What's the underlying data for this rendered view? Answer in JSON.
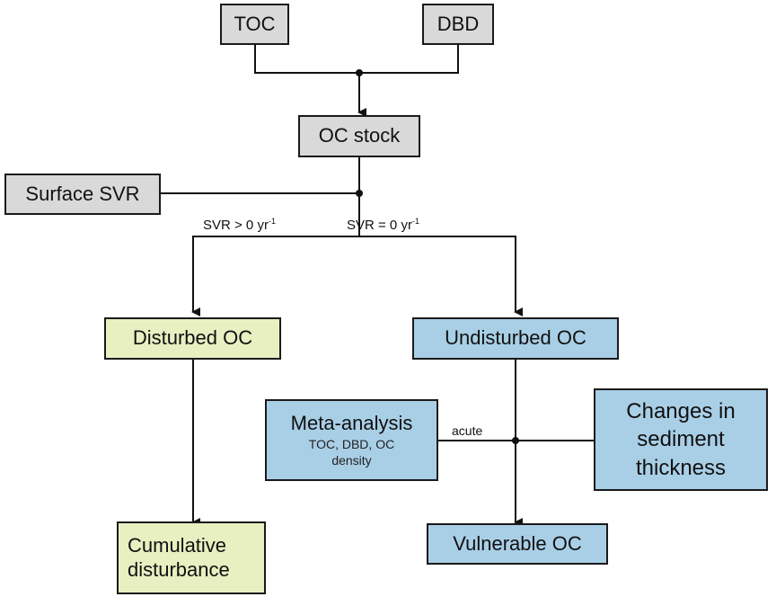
{
  "nodes": {
    "toc": "TOC",
    "dbd": "DBD",
    "oc_stock": "OC stock",
    "surface_svr": "Surface SVR",
    "disturbed_oc": "Disturbed OC",
    "undisturbed_oc": "Undisturbed OC",
    "meta_analysis": {
      "title": "Meta-analysis",
      "line1": "TOC, DBD, OC",
      "line2": "density"
    },
    "changes": {
      "line1": "Changes in",
      "line2": "sediment",
      "line3": "thickness"
    },
    "cumulative": {
      "line1": "Cumulative",
      "line2": "disturbance"
    },
    "vulnerable_oc": "Vulnerable OC"
  },
  "edge_labels": {
    "svr_positive": {
      "text": "SVR > 0 yr",
      "sup": "-1"
    },
    "svr_zero": {
      "text": "SVR = 0 yr",
      "sup": "-1"
    },
    "acute": "acute"
  },
  "colors": {
    "input": "#d9d9d9",
    "disturbed": "#e8efc1",
    "undisturbed": "#a9cfe6"
  }
}
